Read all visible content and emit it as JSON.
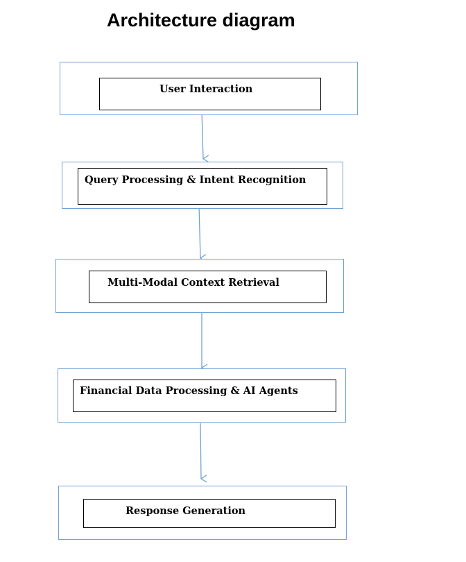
{
  "title": "Architecture diagram",
  "colors": {
    "outer_border": "#6fa2d4",
    "arrow": "#6fa2d4",
    "inner_border": "#000000"
  },
  "nodes": [
    {
      "id": "user-interaction",
      "label": "User Interaction"
    },
    {
      "id": "query-processing",
      "label": "Query Processing & Intent Recognition"
    },
    {
      "id": "context-retrieval",
      "label": "Multi-Modal Context Retrieval"
    },
    {
      "id": "financial-processing",
      "label": "Financial Data Processing & AI Agents"
    },
    {
      "id": "response-generation",
      "label": "Response Generation"
    }
  ],
  "edges": [
    {
      "from": "user-interaction",
      "to": "query-processing"
    },
    {
      "from": "query-processing",
      "to": "context-retrieval"
    },
    {
      "from": "context-retrieval",
      "to": "financial-processing"
    },
    {
      "from": "financial-processing",
      "to": "response-generation"
    }
  ]
}
